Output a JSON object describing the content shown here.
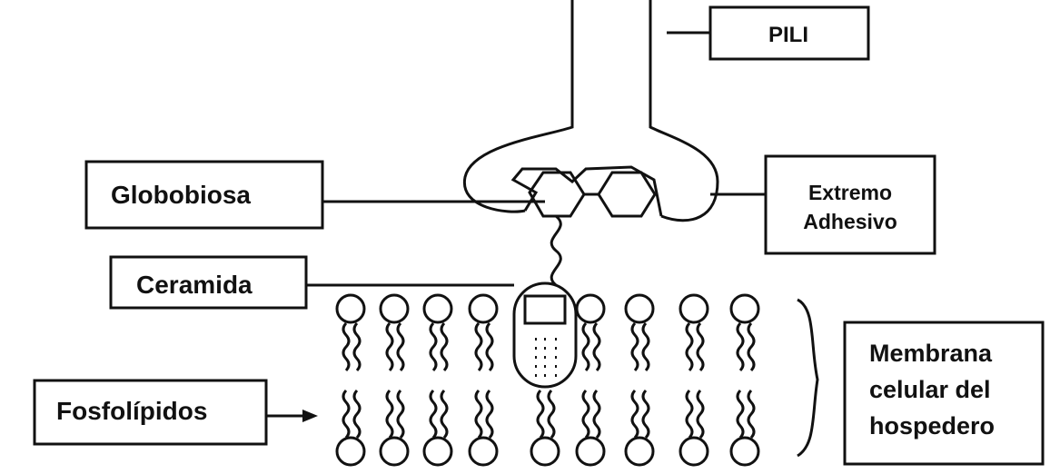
{
  "labels": {
    "pili": "PILI",
    "globobiosa": "Globobiosa",
    "ceramida": "Ceramida",
    "fosfolipidos": "Fosfolípidos",
    "extremo_line1": "Extremo",
    "extremo_line2": "Adhesivo",
    "membrana_line1": "Membrana",
    "membrana_line2": "celular del",
    "membrana_line3": "hospedero"
  },
  "colors": {
    "ink": "#111111",
    "background": "#ffffff"
  }
}
